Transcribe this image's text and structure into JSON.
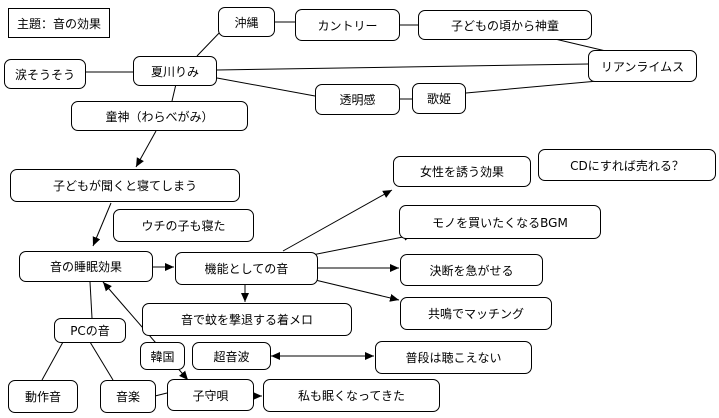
{
  "theme_label": "主題：音の効果",
  "nodes": {
    "okinawa": "沖縄",
    "country": "カントリー",
    "kodomo_shindo": "子どもの頃から神童",
    "natsukawa": "夏川りみ",
    "namida": "涙そうそう",
    "rian": "リアンライムス",
    "toumeikan": "透明感",
    "utahime": "歌姫",
    "warabegami": "童神（わらべがみ）",
    "nete_shimau": "子どもが聞くと寝てしまう",
    "uchi_no_ko": "ウチの子も寝た",
    "suimin": "音の睡眠効果",
    "kinou": "機能としての音",
    "josei": "女性を誘う効果",
    "cd": "CDにすれば売れる？",
    "mono": "モノを買いたくなるBGM",
    "ketsudan": "決断を急がせる",
    "kyomei": "共鳴でマッチング",
    "ka": "音で蚊を撃退する着メロ",
    "pc": "PCの音",
    "kankoku": "韓国",
    "chouonpa": "超音波",
    "fudan": "普段は聴こえない",
    "dousaon": "動作音",
    "ongaku": "音楽",
    "komoriuta": "子守唄",
    "watashi": "私も眠くなってきた"
  }
}
